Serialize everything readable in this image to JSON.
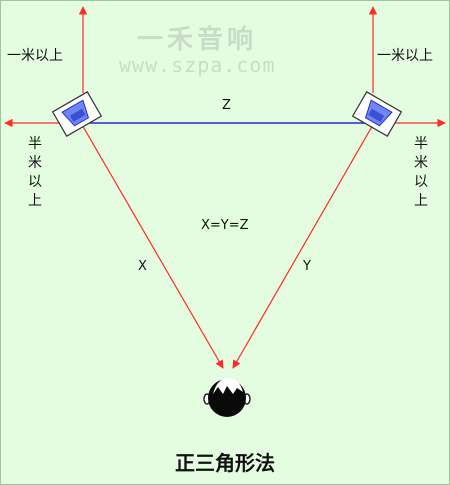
{
  "watermark": {
    "title": "一禾音响",
    "url": "www.szpa.com"
  },
  "labels": {
    "top_left": "一米以上",
    "top_right": "一米以上",
    "side_left": [
      "半",
      "米",
      "以",
      "上"
    ],
    "side_right": [
      "半",
      "米",
      "以",
      "上"
    ],
    "edge_top": "Z",
    "edge_left": "X",
    "edge_right": "Y",
    "equation": "X=Y=Z"
  },
  "caption": "正三角形法",
  "colors": {
    "background": "#e4fde0",
    "arrow": "#ff2a2a",
    "baseline": "#1f2dd8",
    "speaker": "#1f2dd8"
  }
}
